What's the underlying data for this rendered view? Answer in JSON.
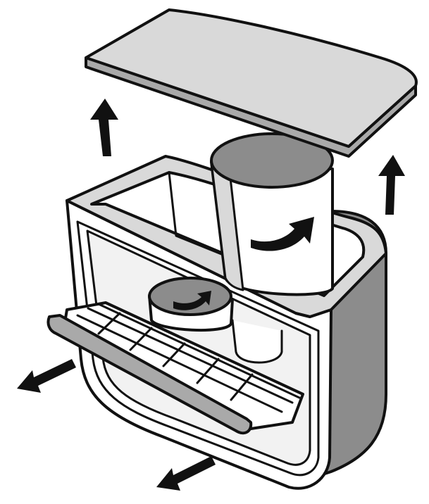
{
  "colors": {
    "ink": "#111111",
    "light_gray": "#d9d9d9",
    "mid_gray": "#a9a9a9",
    "dark_gray": "#8c8c8c",
    "white": "#ffffff"
  },
  "diagram": {
    "components": [
      "lid",
      "cabinet",
      "inner-drum",
      "lower-drum",
      "door-rack"
    ],
    "motion_indicators": [
      "lift-arrow-left",
      "lift-arrow-right",
      "pull-arrow-left",
      "pull-arrow-bottom",
      "rotate-arrow-upper",
      "rotate-arrow-lower"
    ]
  }
}
